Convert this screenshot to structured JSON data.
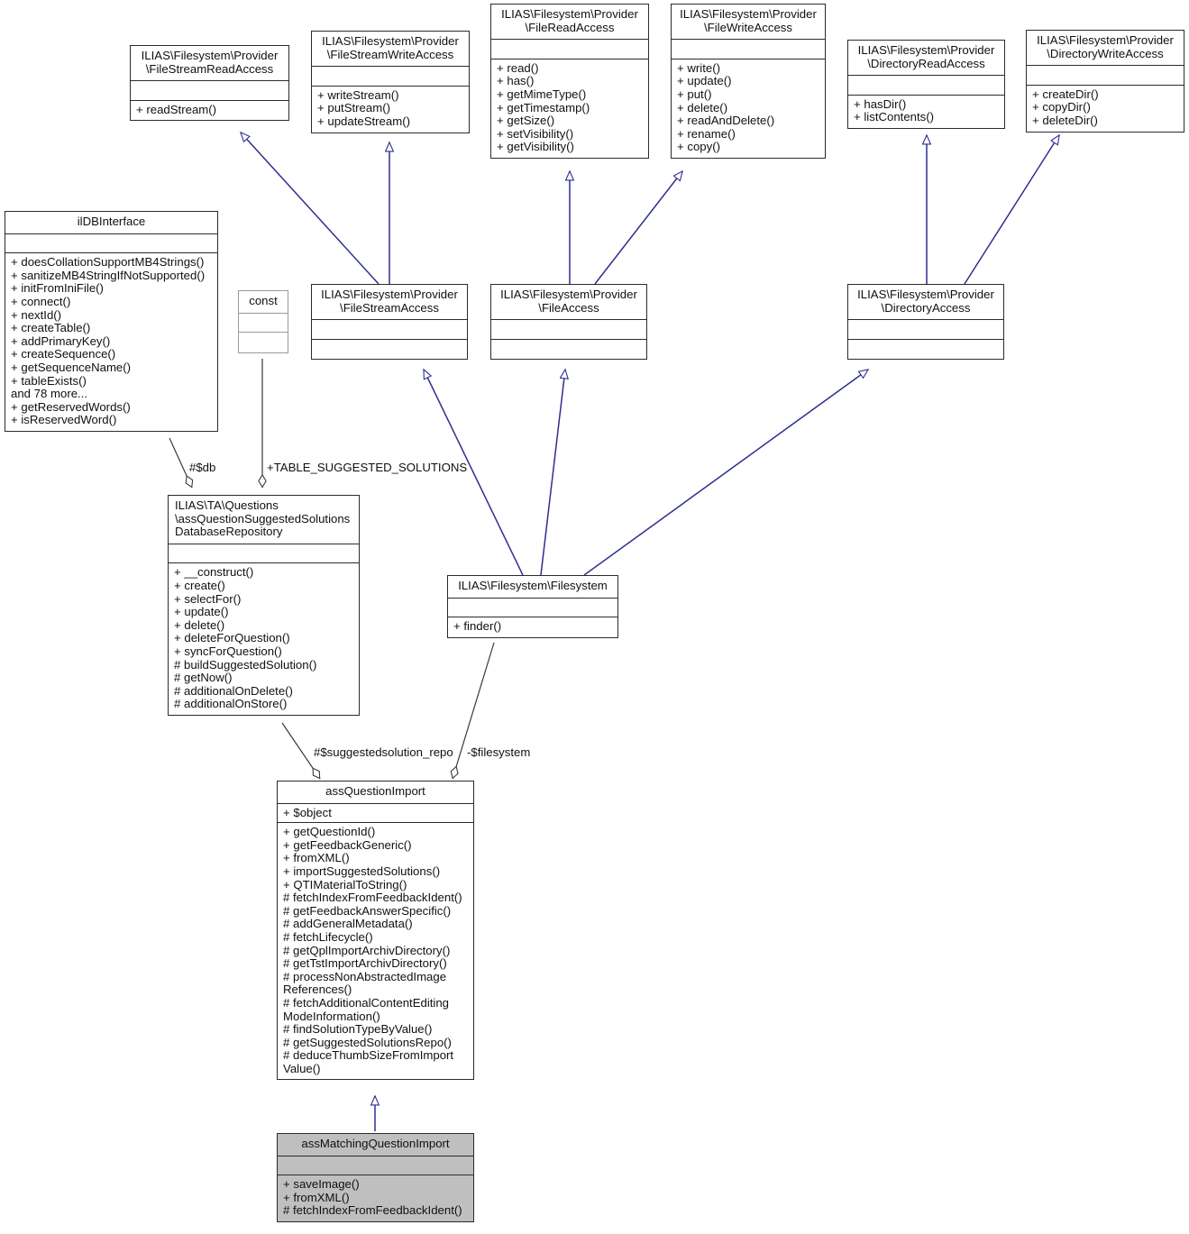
{
  "diagram": {
    "type": "uml-class-diagram",
    "background_color": "#ffffff",
    "inheritance_edge_color": "#2e2e8f",
    "association_edge_color": "#3a3a3a",
    "highlight_fill": "#bfbfbf"
  },
  "classes": {
    "file_stream_read_access": {
      "title": "ILIAS\\Filesystem\\Provider\n\\FileStreamReadAccess",
      "attributes": [],
      "operations": [
        "+ readStream()"
      ]
    },
    "file_stream_write_access": {
      "title": "ILIAS\\Filesystem\\Provider\n\\FileStreamWriteAccess",
      "attributes": [],
      "operations": [
        "+ writeStream()",
        "+ putStream()",
        "+ updateStream()"
      ]
    },
    "file_read_access": {
      "title": "ILIAS\\Filesystem\\Provider\n\\FileReadAccess",
      "attributes": [],
      "operations": [
        "+ read()",
        "+ has()",
        "+ getMimeType()",
        "+ getTimestamp()",
        "+ getSize()",
        "+ setVisibility()",
        "+ getVisibility()"
      ]
    },
    "file_write_access": {
      "title": "ILIAS\\Filesystem\\Provider\n\\FileWriteAccess",
      "attributes": [],
      "operations": [
        "+ write()",
        "+ update()",
        "+ put()",
        "+ delete()",
        "+ readAndDelete()",
        "+ rename()",
        "+ copy()"
      ]
    },
    "directory_read_access": {
      "title": "ILIAS\\Filesystem\\Provider\n\\DirectoryReadAccess",
      "attributes": [],
      "operations": [
        "+ hasDir()",
        "+ listContents()"
      ]
    },
    "directory_write_access": {
      "title": "ILIAS\\Filesystem\\Provider\n\\DirectoryWriteAccess",
      "attributes": [],
      "operations": [
        "+ createDir()",
        "+ copyDir()",
        "+ deleteDir()"
      ]
    },
    "ildb_interface": {
      "title": "ilDBInterface",
      "attributes": [],
      "operations": [
        "+ doesCollationSupportMB4Strings()",
        "+ sanitizeMB4StringIfNotSupported()",
        "+ initFromIniFile()",
        "+ connect()",
        "+ nextId()",
        "+ createTable()",
        "+ addPrimaryKey()",
        "+ createSequence()",
        "+ getSequenceName()",
        "+ tableExists()",
        "and 78 more...",
        "+ getReservedWords()",
        "+ isReservedWord()"
      ]
    },
    "const_box": {
      "title": "const",
      "attributes": [],
      "operations": []
    },
    "file_stream_access": {
      "title": "ILIAS\\Filesystem\\Provider\n\\FileStreamAccess",
      "attributes": [],
      "operations": []
    },
    "file_access": {
      "title": "ILIAS\\Filesystem\\Provider\n\\FileAccess",
      "attributes": [],
      "operations": []
    },
    "directory_access": {
      "title": "ILIAS\\Filesystem\\Provider\n\\DirectoryAccess",
      "attributes": [],
      "operations": []
    },
    "suggested_solutions_repo": {
      "title": "ILIAS\\TA\\Questions\n\\assQuestionSuggestedSolutions\nDatabaseRepository",
      "attributes": [],
      "operations": [
        "+ __construct()",
        "+ create()",
        "+ selectFor()",
        "+ update()",
        "+ delete()",
        "+ deleteForQuestion()",
        "+ syncForQuestion()",
        "# buildSuggestedSolution()",
        "# getNow()",
        "# additionalOnDelete()",
        "# additionalOnStore()"
      ]
    },
    "filesystem": {
      "title": "ILIAS\\Filesystem\\Filesystem",
      "attributes": [],
      "operations": [
        "+ finder()"
      ]
    },
    "ass_question_import": {
      "title": "assQuestionImport",
      "attributes": [
        "+ $object"
      ],
      "operations": [
        "+ getQuestionId()",
        "+ getFeedbackGeneric()",
        "+ fromXML()",
        "+ importSuggestedSolutions()",
        "+ QTIMaterialToString()",
        "# fetchIndexFromFeedbackIdent()",
        "# getFeedbackAnswerSpecific()",
        "# addGeneralMetadata()",
        "# fetchLifecycle()",
        "# getQplImportArchivDirectory()",
        "# getTstImportArchivDirectory()",
        "# processNonAbstractedImage\nReferences()",
        "# fetchAdditionalContentEditing\nModeInformation()",
        "# findSolutionTypeByValue()",
        "# getSuggestedSolutionsRepo()",
        "# deduceThumbSizeFromImport\nValue()"
      ]
    },
    "ass_matching_question_import": {
      "title": "assMatchingQuestionImport",
      "attributes": [],
      "operations": [
        "+ saveImage()",
        "+ fromXML()",
        "# fetchIndexFromFeedbackIdent()"
      ]
    }
  },
  "edge_labels": {
    "db": "#$db",
    "table_suggested_solutions": "+TABLE_SUGGESTED_SOLUTIONS",
    "suggestedsolution_repo": "#$suggestedsolution_repo",
    "filesystem": "-$filesystem"
  }
}
